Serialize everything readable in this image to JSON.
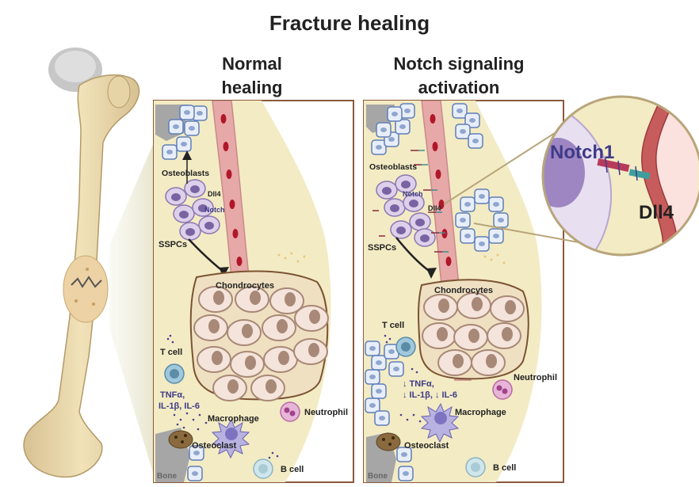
{
  "title": "Fracture healing",
  "panels": {
    "normal": {
      "heading_line1": "Normal",
      "heading_line2": "healing",
      "labels": {
        "osteoblasts": "Osteoblasts",
        "dll4": "Dll4",
        "notch": "Notch",
        "sspcs": "SSPCs",
        "chondrocytes": "Chondrocytes",
        "t_cell": "T cell",
        "cytokines_line1": "TNFα,",
        "cytokines_line2": "IL-1β, IL-6",
        "macrophage": "Macrophage",
        "neutrophil": "Neutrophil",
        "osteoclast": "Osteoclast",
        "b_cell": "B cell",
        "bone": "Bone"
      }
    },
    "notch": {
      "heading_line1": "Notch signaling",
      "heading_line2": "activation",
      "labels": {
        "osteoblasts": "Osteoblasts",
        "notch": "Notch",
        "dll4": "Dll4",
        "sspcs": "SSPCs",
        "chondrocytes": "Chondrocytes",
        "t_cell": "T cell",
        "cytokines_line1": "↓ TNFα,",
        "cytokines_line2": "↓ IL-1β, ↓ IL-6",
        "macrophage": "Macrophage",
        "neutrophil": "Neutrophil",
        "osteoclast": "Osteoclast",
        "b_cell": "B cell",
        "bone": "Bone"
      }
    }
  },
  "zoom": {
    "notch1": "Notch1",
    "dll4": "Dll4"
  },
  "colors": {
    "panel_border": "#8a5a3c",
    "tissue": "#f3ebc4",
    "chondro_region": "#efe0c2",
    "cell_membrane": "#a88876",
    "vessel": "#e7a8a8",
    "rbc": "#b0182a",
    "sspc": "#d6c6e6",
    "osteoblast": "#e6eef9",
    "gray_bone": "#a6a6a6",
    "notch_label": "#3f3a87",
    "down_arrow": "#c0282a",
    "femur": "#e9d7aa"
  }
}
